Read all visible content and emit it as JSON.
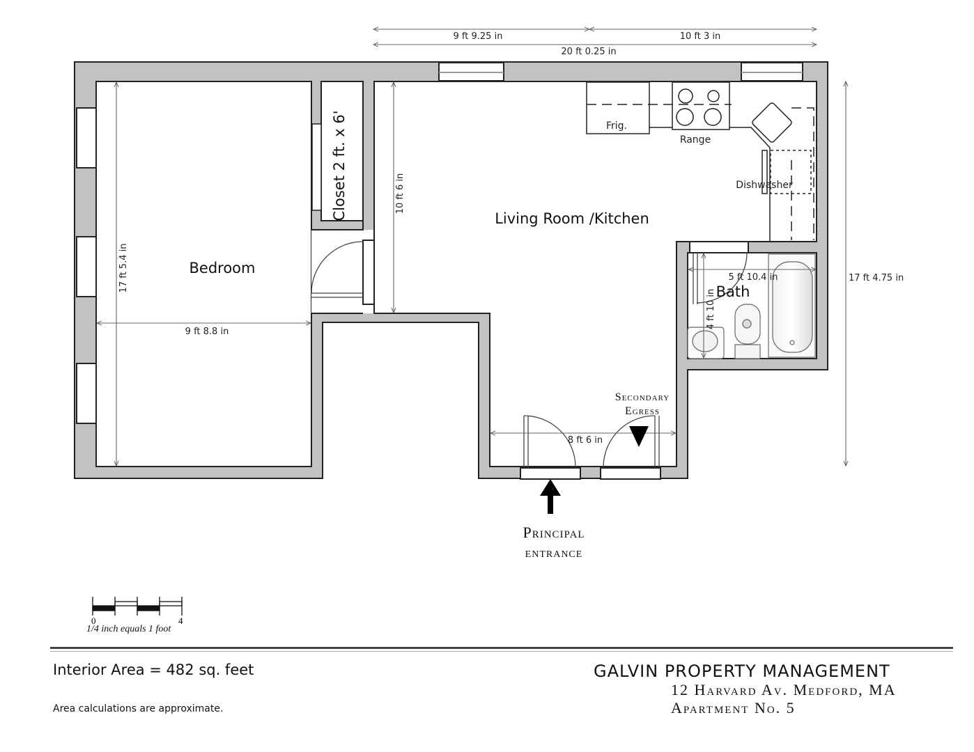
{
  "title_block": {
    "company": "GALVIN PROPERTY MANAGEMENT",
    "address": "12 Harvard Av. Medford, MA",
    "apartment": "Apartment No. 5",
    "interior_area": "Interior Area = 482 sq. feet",
    "disclaimer": "Area calculations are approximate."
  },
  "scale_bar": {
    "start": "0",
    "end": "4",
    "caption": "1/4 inch equals 1 foot"
  },
  "rooms": {
    "bedroom": "Bedroom",
    "closet": "Closet 2 ft. x 6'",
    "living_kitchen": "Living Room /Kitchen",
    "bath": "Bath"
  },
  "fixtures": {
    "fridge": "Frig.",
    "range": "Range",
    "dishwasher": "Dishwasher"
  },
  "dimensions": {
    "top_left": "9 ft 9.25 in",
    "top_right": "10 ft 3 in",
    "top_total": "20 ft 0.25 in",
    "bedroom_height": "17 ft 5.4 in",
    "bedroom_width": "9 ft 8.8 in",
    "living_height": "10 ft 6 in",
    "right_total": "17 ft 4.75 in",
    "bath_width": "5 ft 10.4 in",
    "bath_height": "4 ft 10 in",
    "entry_width": "8 ft 6 in"
  },
  "labels": {
    "secondary_1": "Secondary",
    "secondary_2": "Egress",
    "principal_1": "Principal",
    "principal_2": "entrance"
  }
}
